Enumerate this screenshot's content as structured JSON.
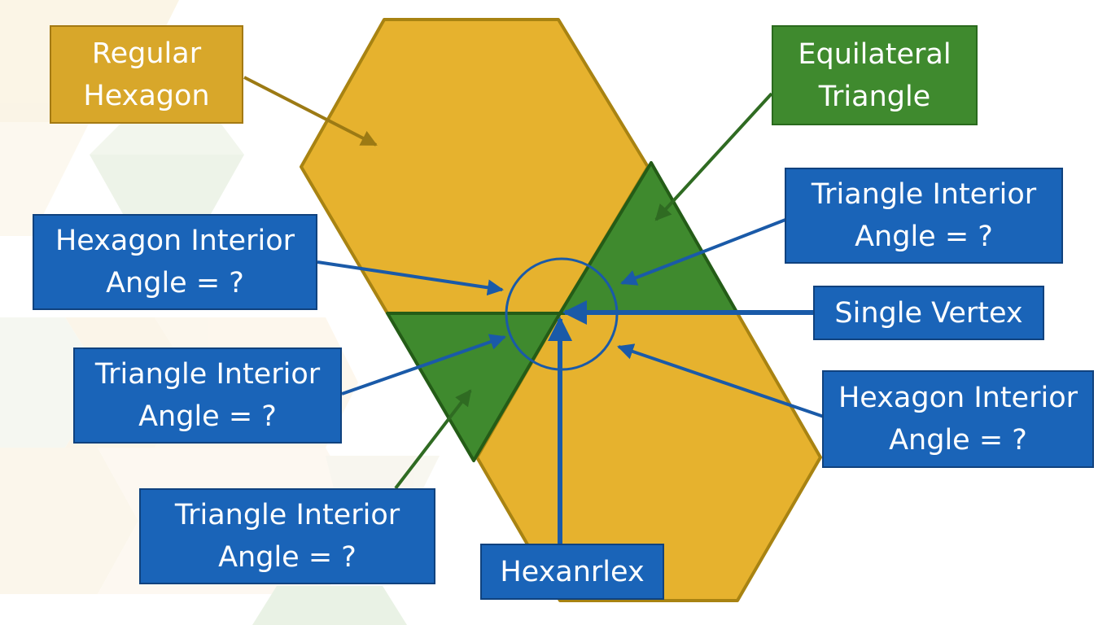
{
  "labels": {
    "regular_hexagon": {
      "line1": "Regular",
      "line2": "Hexagon"
    },
    "equilateral_triangle": {
      "line1": "Equilateral",
      "line2": "Triangle"
    },
    "hexagon_angle_left": {
      "line1": "Hexagon Interior",
      "line2": "Angle = ?"
    },
    "triangle_angle_top_right": {
      "line1": "Triangle Interior",
      "line2": "Angle = ?"
    },
    "single_vertex": "Single Vertex",
    "triangle_angle_left": {
      "line1": "Triangle Interior",
      "line2": "Angle = ?"
    },
    "hexagon_angle_right": {
      "line1": "Hexagon Interior",
      "line2": "Angle = ?"
    },
    "triangle_angle_bottom_left": {
      "line1": "Triangle Interior",
      "line2": "Angle = ?"
    },
    "bottom_label": "Hexanrlex"
  },
  "colors": {
    "hexagon_fill": "#e6b22e",
    "hexagon_stroke": "#a88312",
    "triangle_fill": "#3f8a2e",
    "triangle_stroke": "#245c17",
    "blue_label": "#1a64b8",
    "gold_label": "#d8a72a",
    "green_label": "#3f8a2e",
    "arrow_blue": "#1a5aa8",
    "arrow_gold": "#9c7a14",
    "arrow_green": "#2f6b22"
  }
}
